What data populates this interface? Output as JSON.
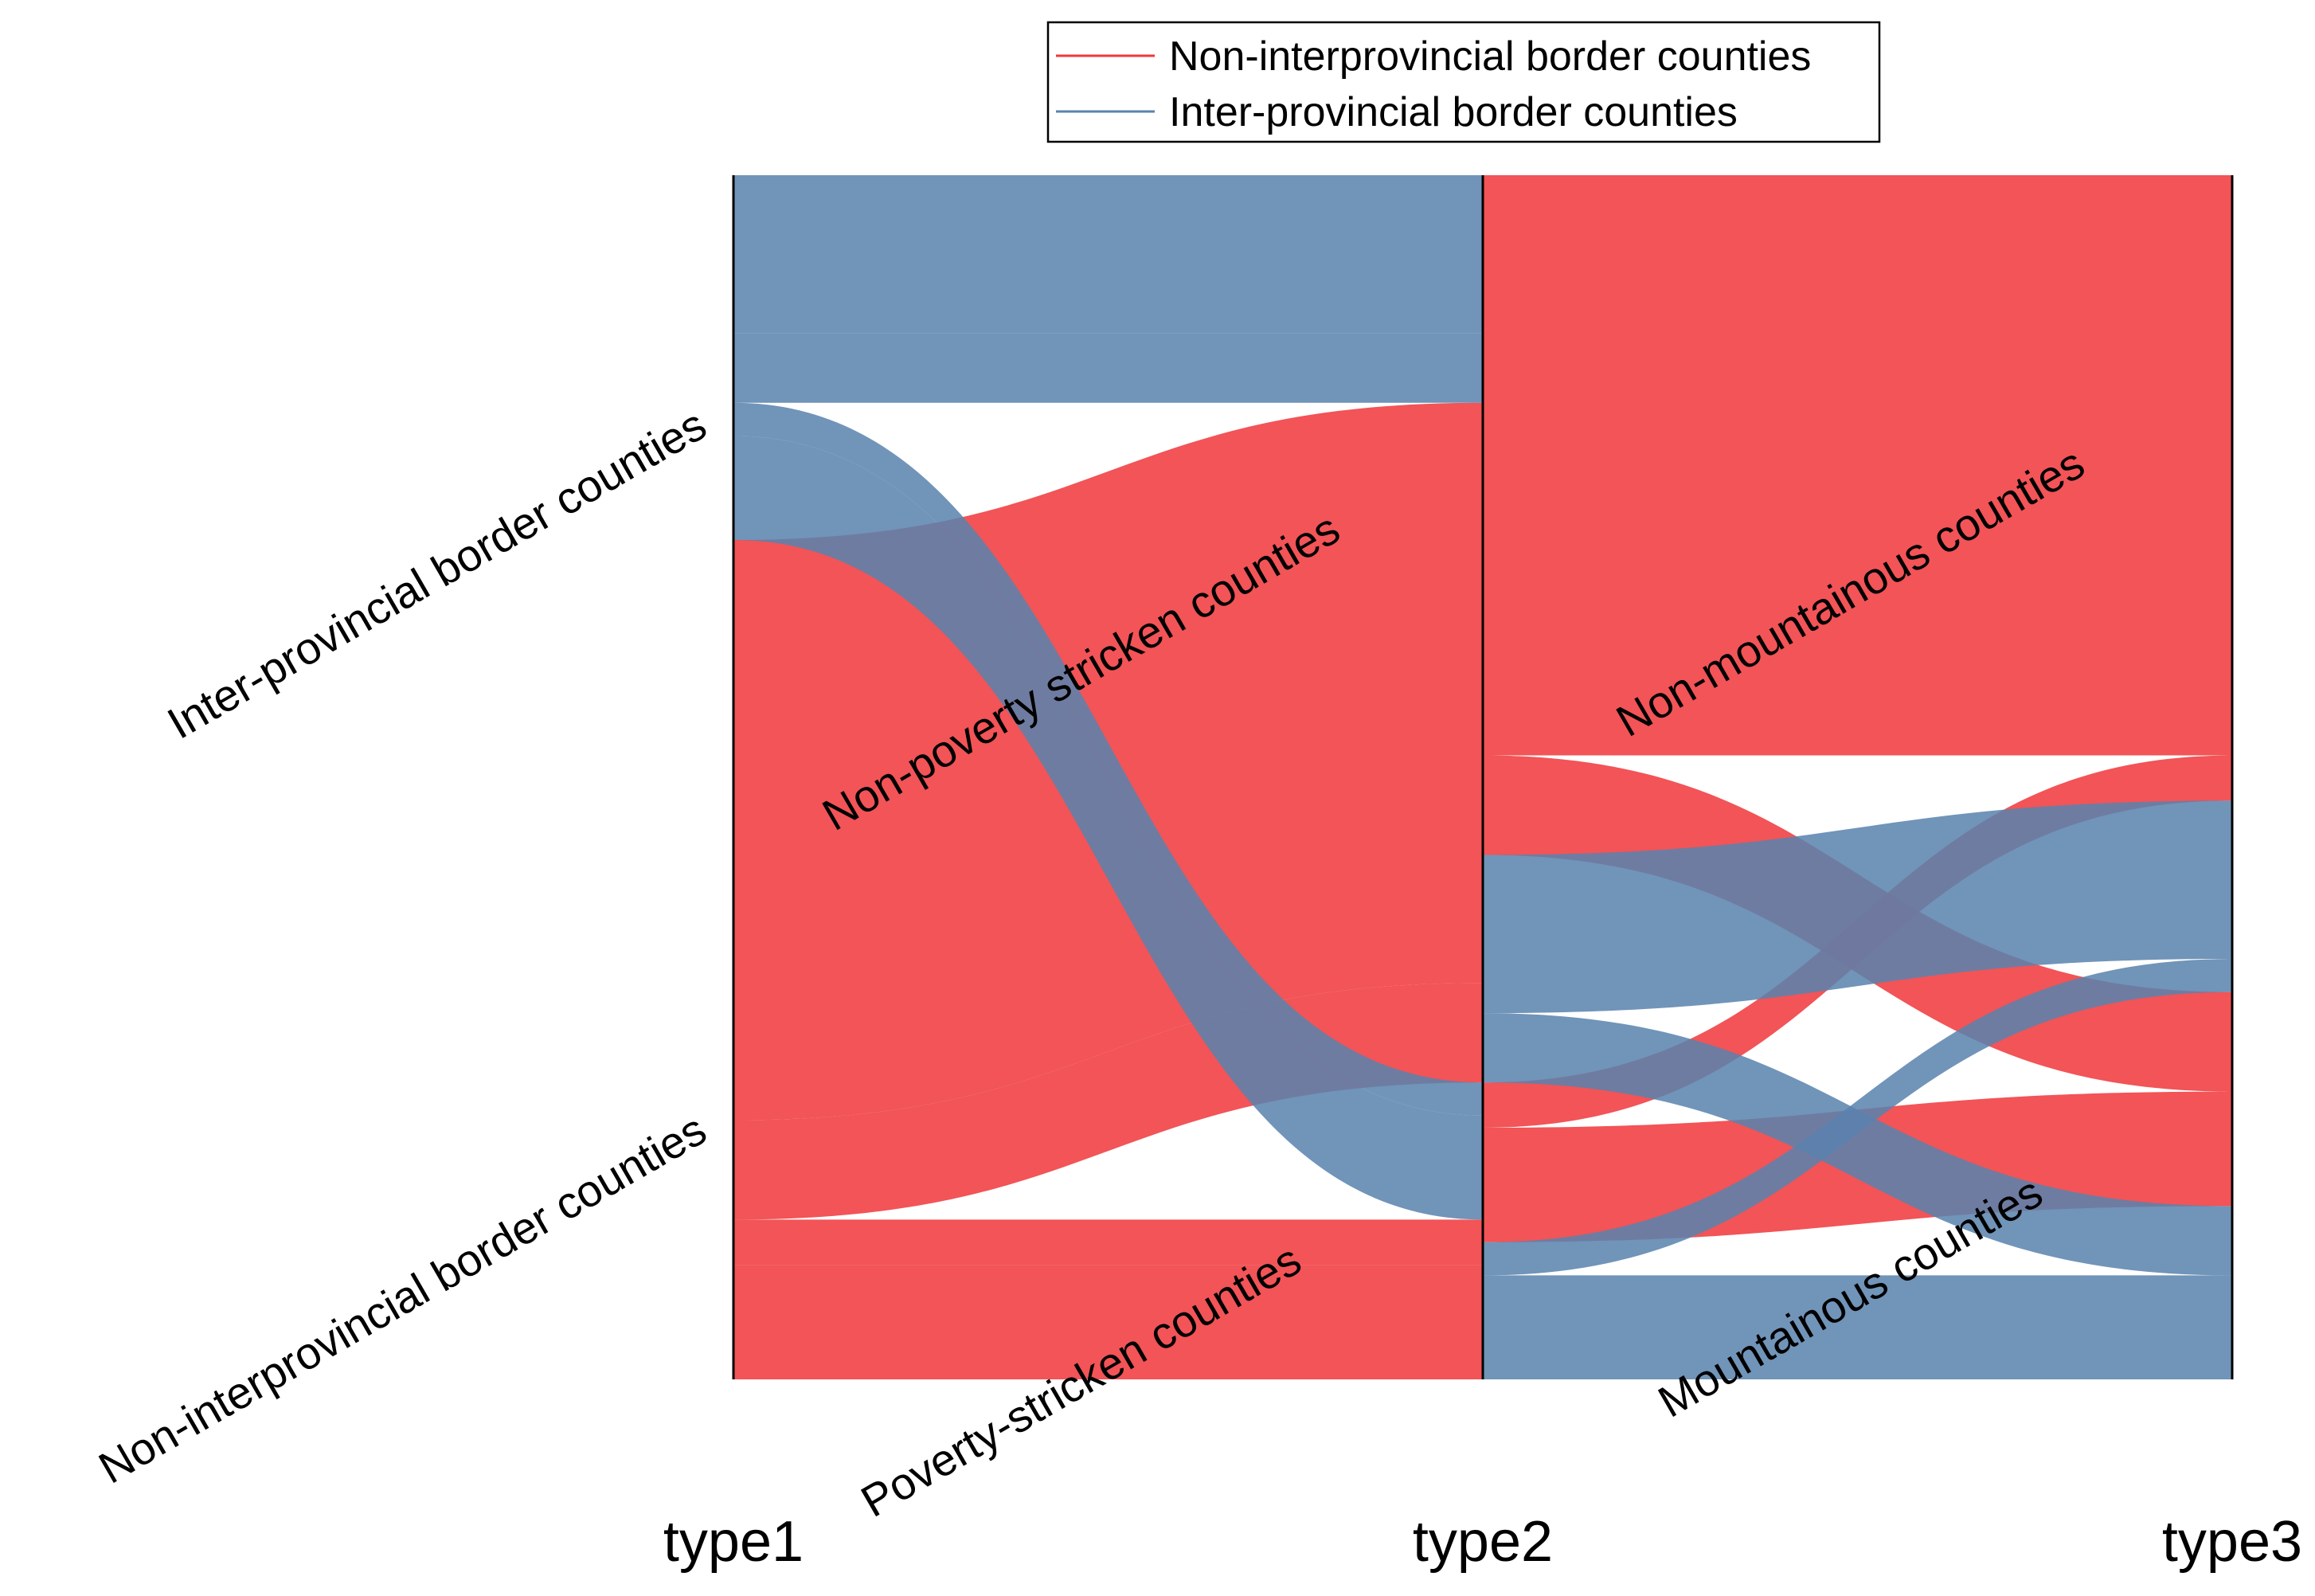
{
  "chart_data": {
    "type": "parallel-sets",
    "axes": [
      {
        "name": "type1",
        "categories": [
          "Inter-provincial border counties",
          "Non-interprovincial border counties"
        ],
        "label_side": "left"
      },
      {
        "name": "type2",
        "categories": [
          "Non-poverty stricken counties",
          "Poverty-stricken counties"
        ],
        "label_side": "center"
      },
      {
        "name": "type3",
        "categories": [
          "Non-mountainous counties",
          "Mountainous counties"
        ],
        "label_side": "center"
      }
    ],
    "series": [
      {
        "name": "Non-interprovincial border counties",
        "color": "#f0383b"
      },
      {
        "name": "Inter-provincial border counties",
        "color": "#5a82ad"
      }
    ],
    "paths": [
      {
        "series": 1,
        "categories": [
          "Inter-provincial border counties",
          "Non-poverty stricken counties",
          "Non-mountainous counties"
        ],
        "value": 0.105
      },
      {
        "series": 1,
        "categories": [
          "Inter-provincial border counties",
          "Non-poverty stricken counties",
          "Mountainous counties"
        ],
        "value": 0.046
      },
      {
        "series": 1,
        "categories": [
          "Inter-provincial border counties",
          "Poverty-stricken counties",
          "Non-mountainous counties"
        ],
        "value": 0.022
      },
      {
        "series": 1,
        "categories": [
          "Inter-provincial border counties",
          "Poverty-stricken counties",
          "Mountainous counties"
        ],
        "value": 0.069
      },
      {
        "series": 0,
        "categories": [
          "Non-interprovincial border counties",
          "Non-poverty stricken counties",
          "Non-mountainous counties"
        ],
        "value": 0.385
      },
      {
        "series": 0,
        "categories": [
          "Non-interprovincial border counties",
          "Non-poverty stricken counties",
          "Mountainous counties"
        ],
        "value": 0.066
      },
      {
        "series": 0,
        "categories": [
          "Non-interprovincial border counties",
          "Poverty-stricken counties",
          "Non-mountainous counties"
        ],
        "value": 0.03
      },
      {
        "series": 0,
        "categories": [
          "Non-interprovincial border counties",
          "Poverty-stricken counties",
          "Mountainous counties"
        ],
        "value": 0.076
      }
    ],
    "legend": {
      "position": "top-center"
    },
    "grid": false
  }
}
